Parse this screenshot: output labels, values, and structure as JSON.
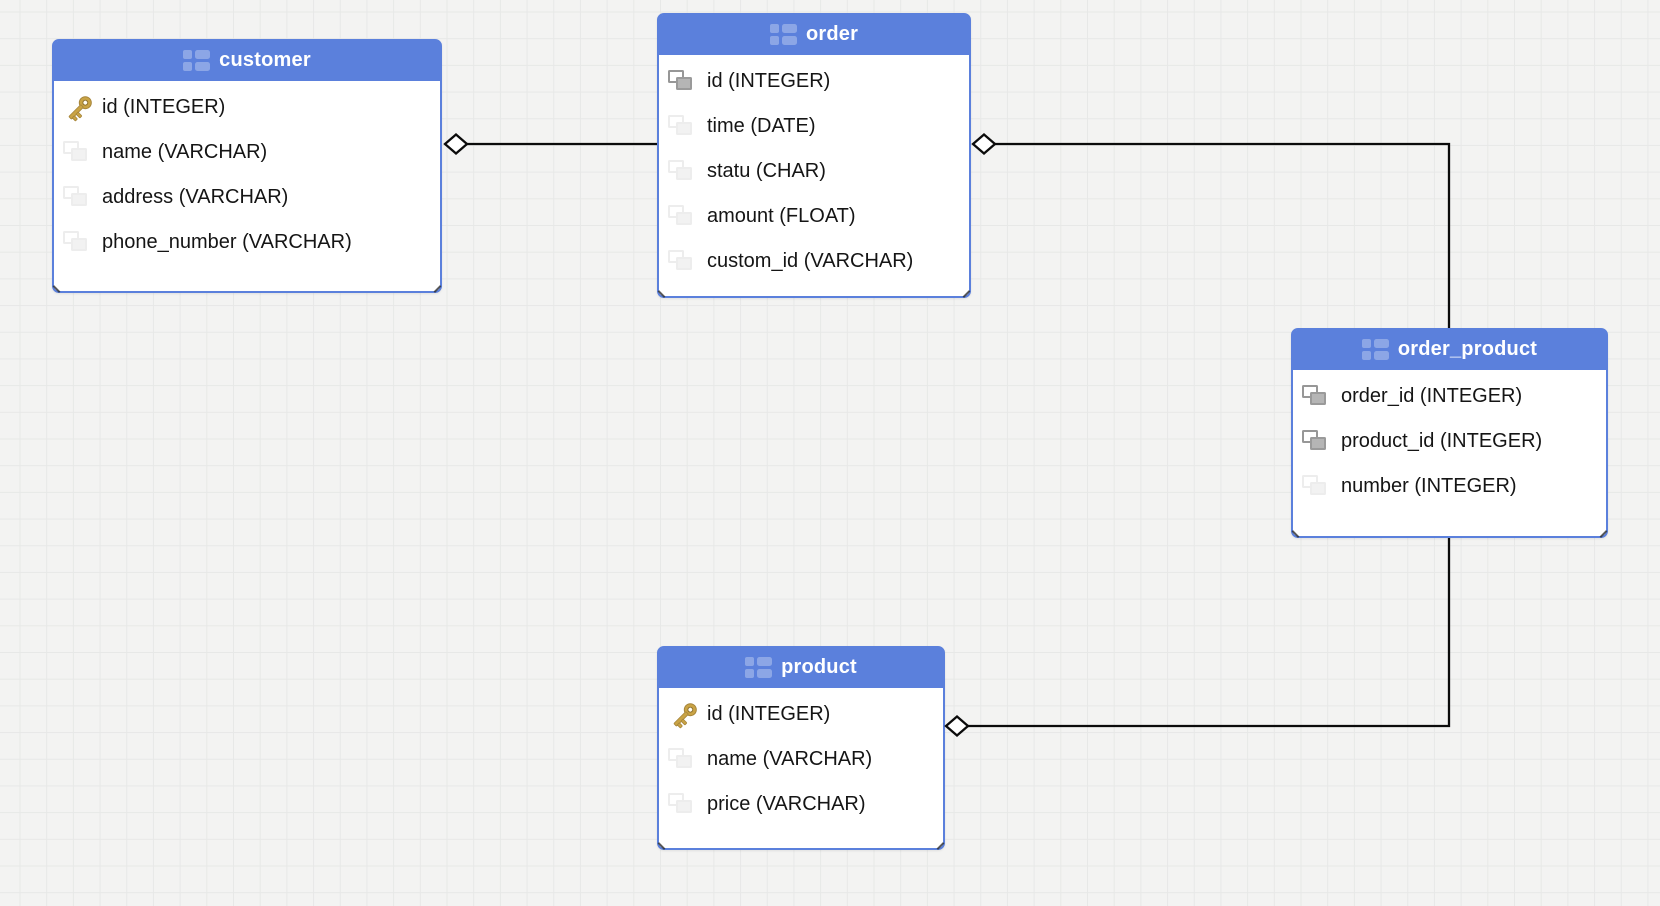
{
  "diagram": {
    "kind": "entity-relationship-diagram",
    "colors": {
      "table_header": "#5b80dc",
      "table_border": "#5b80dc",
      "table_body": "#ffffff",
      "primary_key_icon": "#c9a345",
      "foreign_key_icon": "#9a9a9a",
      "connector": "#0b0b0b",
      "canvas_bg": "#f3f3f2",
      "grid_line": "#e7e8e7"
    },
    "tables": {
      "customer": {
        "title": "customer",
        "fields": [
          {
            "label": "id (INTEGER)",
            "key": "primary"
          },
          {
            "label": "name (VARCHAR)",
            "key": "none"
          },
          {
            "label": "address (VARCHAR)",
            "key": "none"
          },
          {
            "label": "phone_number (VARCHAR)",
            "key": "none"
          }
        ]
      },
      "order": {
        "title": "order",
        "fields": [
          {
            "label": "id (INTEGER)",
            "key": "foreign"
          },
          {
            "label": "time (DATE)",
            "key": "none"
          },
          {
            "label": "statu (CHAR)",
            "key": "none"
          },
          {
            "label": "amount (FLOAT)",
            "key": "none"
          },
          {
            "label": "custom_id (VARCHAR)",
            "key": "none"
          }
        ]
      },
      "order_product": {
        "title": "order_product",
        "fields": [
          {
            "label": "order_id (INTEGER)",
            "key": "foreign"
          },
          {
            "label": "product_id (INTEGER)",
            "key": "foreign"
          },
          {
            "label": "number (INTEGER)",
            "key": "none"
          }
        ]
      },
      "product": {
        "title": "product",
        "fields": [
          {
            "label": "id (INTEGER)",
            "key": "primary"
          },
          {
            "label": "name (VARCHAR)",
            "key": "none"
          },
          {
            "label": "price (VARCHAR)",
            "key": "none"
          }
        ]
      }
    },
    "relationships": [
      {
        "from": "customer",
        "to": "order",
        "diamond_at": "customer"
      },
      {
        "from": "order",
        "to": "order_product",
        "diamond_at": "order"
      },
      {
        "from": "order_product",
        "to": "product",
        "diamond_at": "product"
      }
    ]
  }
}
